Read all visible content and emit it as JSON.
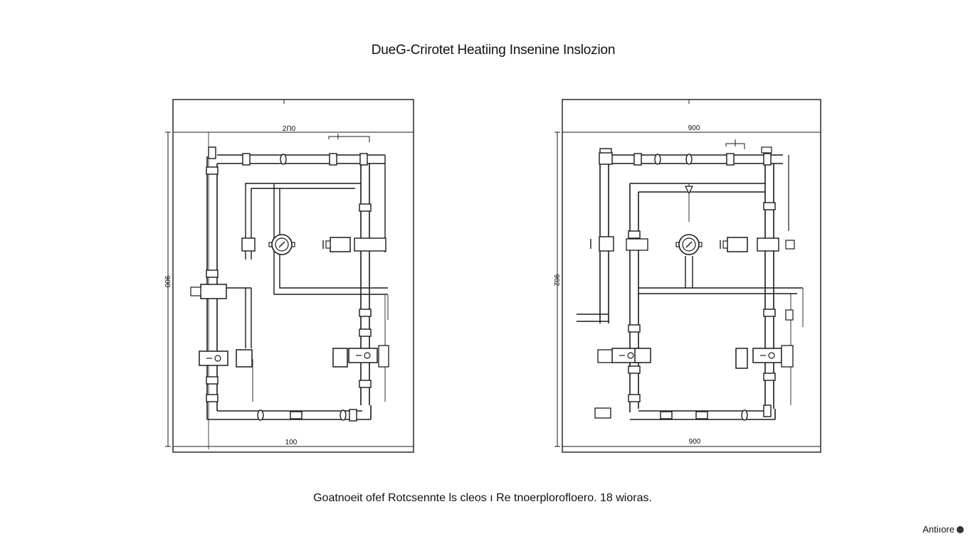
{
  "title": "DueG-Crirotet Heatiing Insenine Inslozion",
  "caption": "Goatnoeit ofef Rotcsennte ls cleos ı Re tnoerplorofloero. 18 wioras.",
  "brand": {
    "label": "Antiıore",
    "icon": "dot-icon"
  },
  "diagrams": {
    "left": {
      "top_dim": "2Ո0",
      "bottom_dim": "100",
      "side_dim": "900"
    },
    "right": {
      "top_dim": "900",
      "bottom_dim": "900",
      "side_dim": "902"
    }
  },
  "colors": {
    "line": "#1a1a1a",
    "background": "#ffffff"
  }
}
